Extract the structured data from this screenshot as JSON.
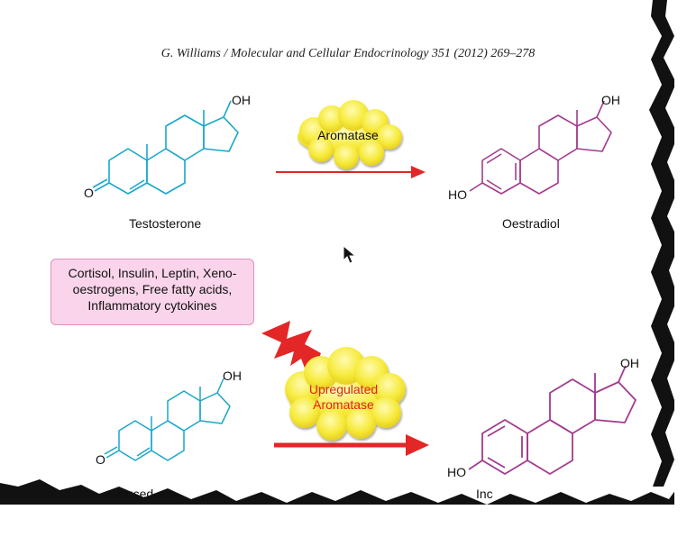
{
  "journal_header": "G. Williams / Molecular and Cellular Endocrinology 351 (2012) 269–278",
  "top_row": {
    "left_label": "Testosterone",
    "right_label": "Oestradiol",
    "enzyme_label": "Aromatase",
    "substituent_oh": "OH",
    "substituent_o": "O",
    "substituent_ho": "HO"
  },
  "callout": {
    "text": "Cortisol, Insulin, Leptin, Xeno-oestrogens, Free fatty acids, Inflammatory cytokines"
  },
  "bottom_row": {
    "enzyme_label_line1": "Upregulated",
    "enzyme_label_line2": "Aromatase",
    "left_label_fragment": "duced",
    "right_label_fragment": "Inc",
    "substituent_oh": "OH",
    "substituent_o": "O",
    "substituent_ho": "HO"
  },
  "colors": {
    "testosterone": "#1aa7c9",
    "oestradiol": "#a23b8f",
    "arrow": "#e32626",
    "cloud": "#f6ea3a",
    "upregulated_text": "#e02020",
    "callout_bg": "#f9d4ea",
    "callout_border": "#e38ec0"
  },
  "icons": [
    "mouse-pointer-icon",
    "lightning-bolt-icon",
    "cloud-icon",
    "arrow-right-icon"
  ]
}
